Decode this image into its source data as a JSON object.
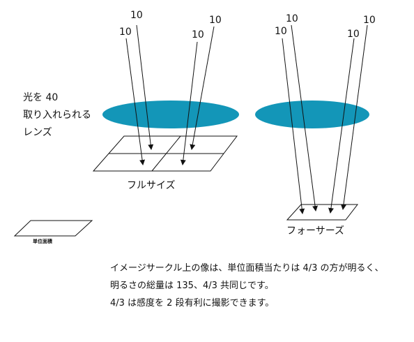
{
  "colors": {
    "lens": "#1396b8",
    "line": "#111111",
    "background": "#ffffff"
  },
  "lens_caption": {
    "line1": "光を 40",
    "line2": "取り入れられる",
    "line3": "レンズ"
  },
  "ray_labels": {
    "full_a": "10",
    "full_b": "10",
    "full_c": "10",
    "full_d": "10",
    "four_a": "10",
    "four_b": "10",
    "four_c": "10",
    "four_d": "10"
  },
  "full_size_label": "フルサイズ",
  "four_thirds_label": "フォーサーズ",
  "unit_area_label": "単位面積",
  "explanation": [
    "イメージサークル上の像は、単位面積当たりは 4/3 の方が明るく、",
    "明るさの総量は 135、4/3 共同じです。",
    "4/3 は感度を 2 段有利に撮影できます。"
  ]
}
